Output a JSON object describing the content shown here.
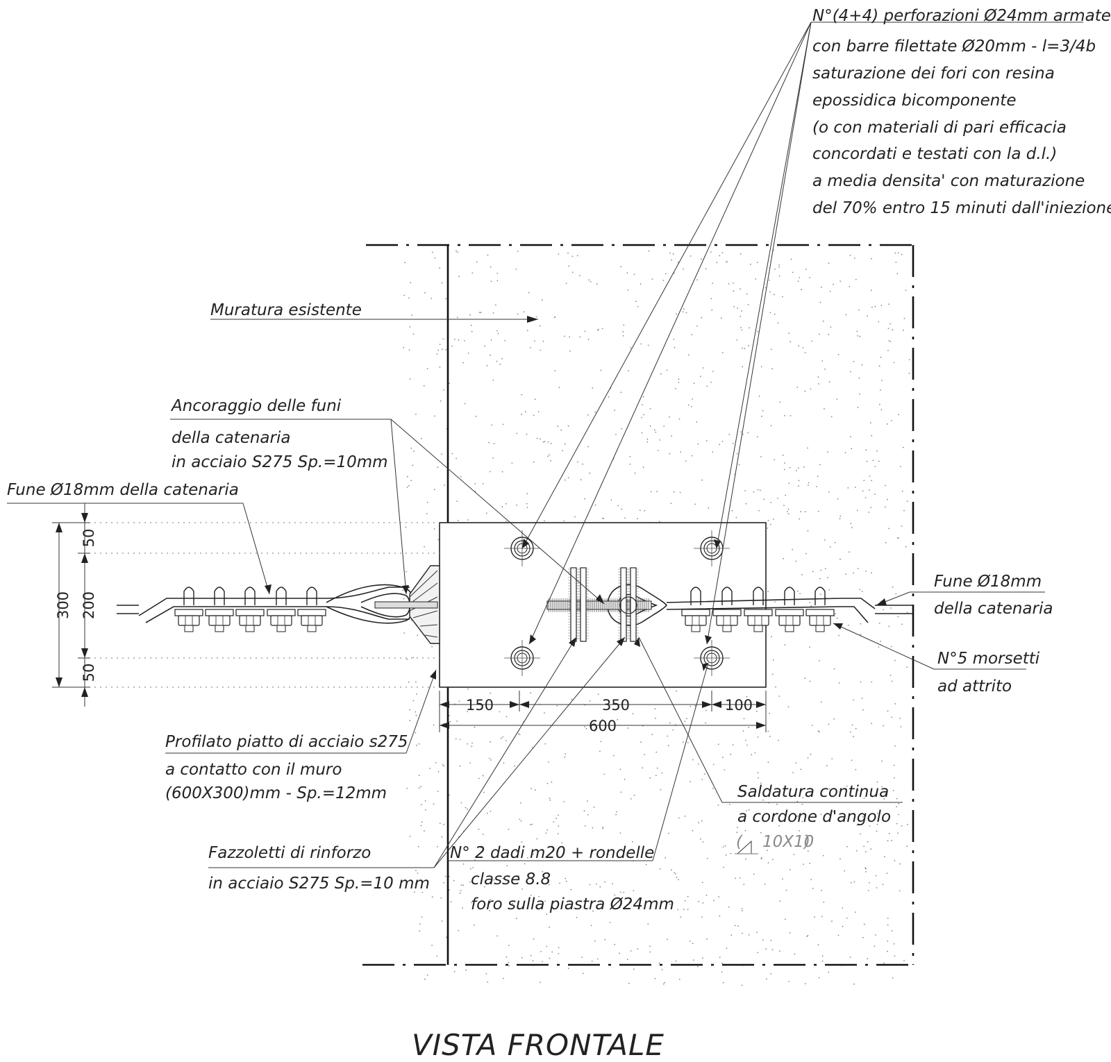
{
  "notes": {
    "perforazioni": [
      "N°(4+4) perforazioni Ø24mm armate",
      "con barre filettate Ø20mm - l=3/4b",
      "saturazione dei fori con resina",
      "epossidica bicomponente",
      "(o con materiali di pari efficacia",
      "concordati e testati con la d.l.)",
      "a media densita' con maturazione",
      "del 70% entro 15 minuti dall'iniezione"
    ],
    "muratura": "Muratura esistente",
    "ancoraggio": [
      "Ancoraggio delle funi",
      "della catenaria",
      "in acciaio S275 Sp.=10mm"
    ],
    "fune_left": "Fune Ø18mm della catenaria",
    "fune_right": [
      "Fune Ø18mm",
      "della catenaria"
    ],
    "morsetti": [
      "N°5 morsetti",
      "ad attrito"
    ],
    "profilato": [
      "Profilato piatto di acciaio s275",
      "a contatto con il muro",
      "(600X300)mm - Sp.=12mm"
    ],
    "saldatura": [
      "Saldatura continua",
      "a cordone d'angolo"
    ],
    "saldatura_symbol": "10X10",
    "fazzoletti": [
      "Fazzoletti di rinforzo",
      "in acciaio S275 Sp.=10 mm"
    ],
    "dadi": [
      "N° 2 dadi m20 + rondelle",
      "classe 8.8",
      "foro sulla piastra Ø24mm"
    ]
  },
  "dimensions": {
    "horizontal": [
      "150",
      "350",
      "100",
      "600"
    ],
    "vertical": [
      "300",
      "50",
      "200",
      "50"
    ]
  },
  "title": "VISTA FRONTALE"
}
